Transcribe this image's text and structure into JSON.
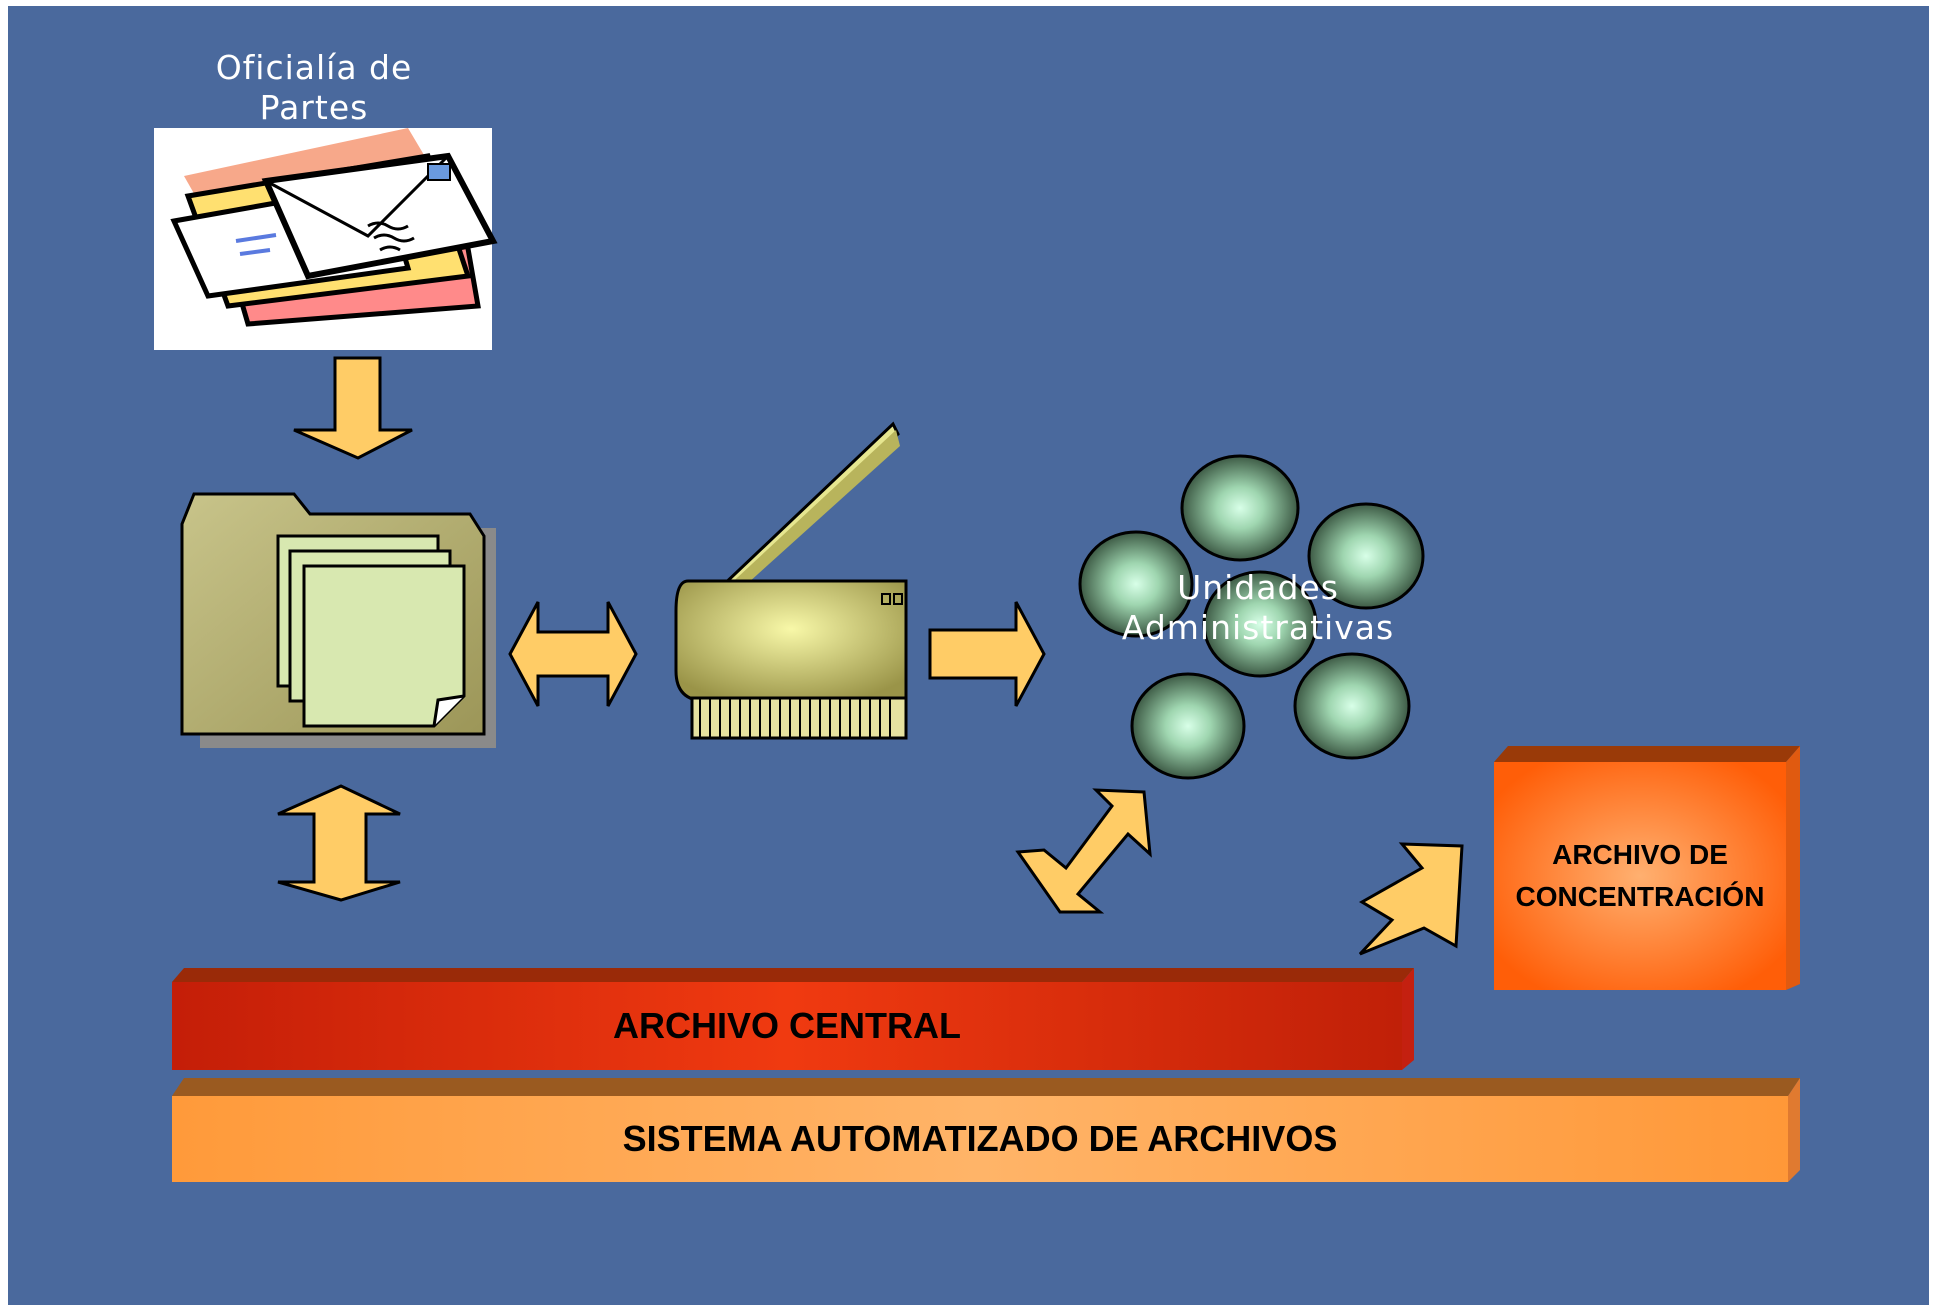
{
  "labels": {
    "oficialia_line1": "Oficialía de",
    "oficialia_line2": "Partes",
    "unidades_line1": "Unidades",
    "unidades_line2": "Administrativas"
  },
  "boxes": {
    "archivo_central": "ARCHIVO CENTRAL",
    "sistema": "SISTEMA AUTOMATIZADO DE ARCHIVOS",
    "concentracion_line1": "ARCHIVO DE",
    "concentracion_line2": "CONCENTRACIÓN"
  },
  "colors": {
    "background": "#4a699d",
    "arrow": "#ffcc66",
    "archivo_central": "#e03010",
    "sistema": "#ffa040",
    "concentracion": "#ff6a10"
  },
  "icons": [
    "envelopes-icon",
    "folder-icon",
    "scanner-icon",
    "circles-cluster-icon"
  ]
}
